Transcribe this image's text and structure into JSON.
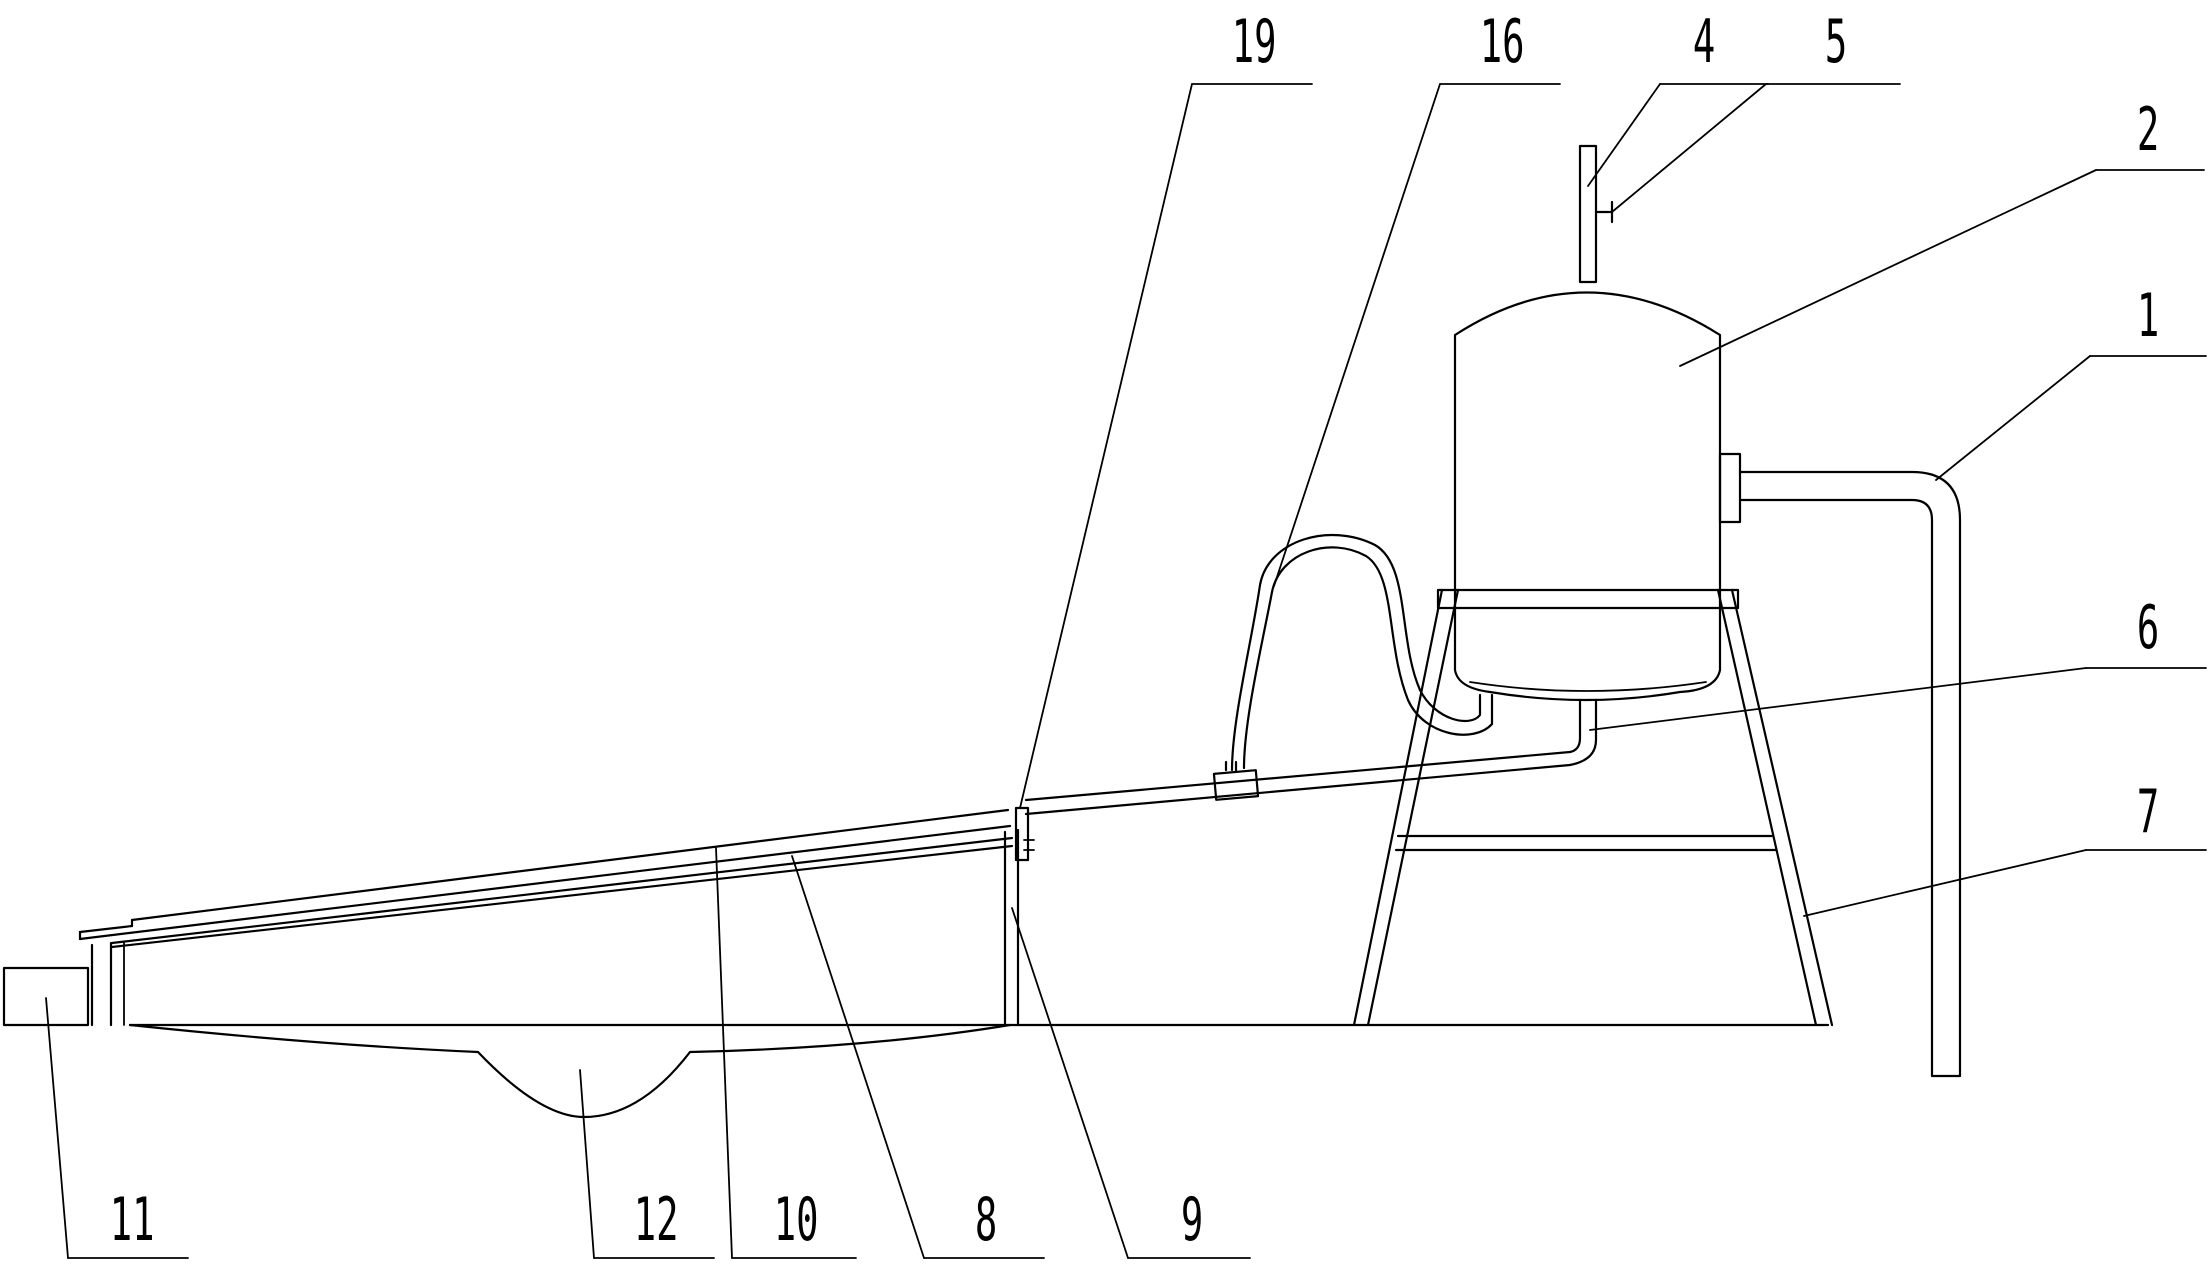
{
  "labels": {
    "l1": "1",
    "l2": "2",
    "l4": "4",
    "l5": "5",
    "l6": "6",
    "l7": "7",
    "l8": "8",
    "l9": "9",
    "l10": "10",
    "l11": "11",
    "l12": "12",
    "l16": "16",
    "l19": "19"
  }
}
